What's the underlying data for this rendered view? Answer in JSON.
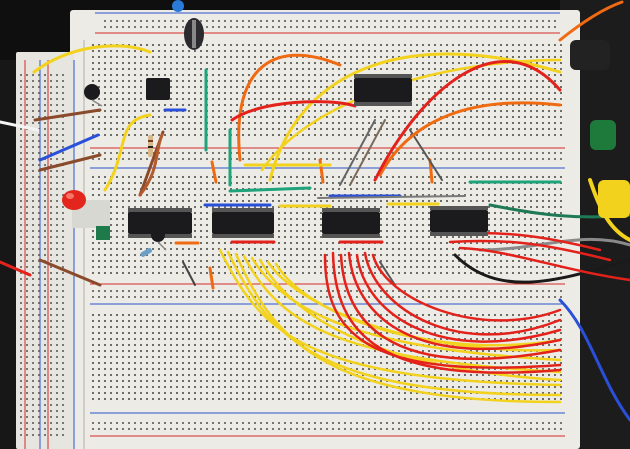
{
  "colors": {
    "board": "#ecebe6",
    "board_shadow": "#cfcdc6",
    "rail_red": "#d62b2b",
    "rail_blue": "#2a56c9",
    "hole": "#6d6d68",
    "chip": "#1b1b1e",
    "wire_yellow": "#f2d21c",
    "wire_red": "#e3221c",
    "wire_orange": "#f06a12",
    "wire_blue": "#2a4fd8",
    "wire_green": "#1ea37a",
    "wire_brown": "#8a4a2c",
    "wire_black": "#1a1a1a",
    "led": "#e2261d"
  },
  "components": {
    "chips": [
      "ic-u1",
      "ic-u2",
      "ic-u3",
      "ic-u4",
      "ic-u5",
      "ic-u6"
    ],
    "led": "red-led",
    "button": "tactile-button",
    "capacitor": "electrolytic-capacitor",
    "transistors": [
      "transistor-q1",
      "transistor-q2"
    ],
    "resistors": [
      "resistor-r1",
      "resistor-r2"
    ]
  }
}
